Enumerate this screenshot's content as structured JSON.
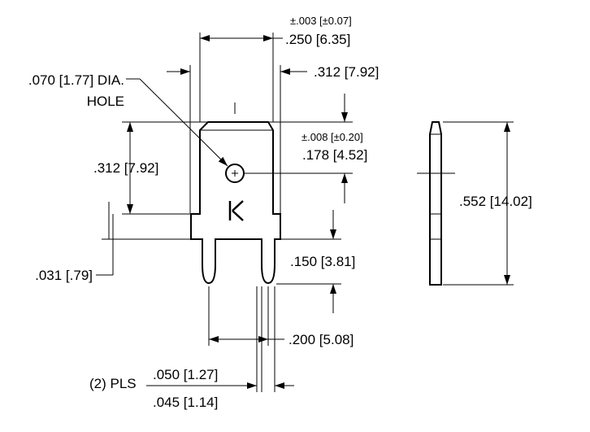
{
  "dimensions": {
    "width_tolerance": "±.003 [±0.07]",
    "width_top": ".250 [6.35]",
    "width_outer": ".312 [7.92]",
    "hole_dia": ".070 [1.77] DIA.",
    "hole_word": "HOLE",
    "offset_tolerance": "±.008 [±0.20]",
    "hole_offset": ".178 [4.52]",
    "upper_height": ".312 [7.92]",
    "overall_height": ".552 [14.02]",
    "shoulder_thickness": ".031 [.79]",
    "pin_length": ".150 [3.81]",
    "pin_spacing": ".200 [5.08]",
    "pin_count": "(2) PLS",
    "pin_width_a": ".050 [1.27]",
    "pin_width_b": ".045 [1.14]"
  },
  "logo": {
    "letter": "K"
  }
}
